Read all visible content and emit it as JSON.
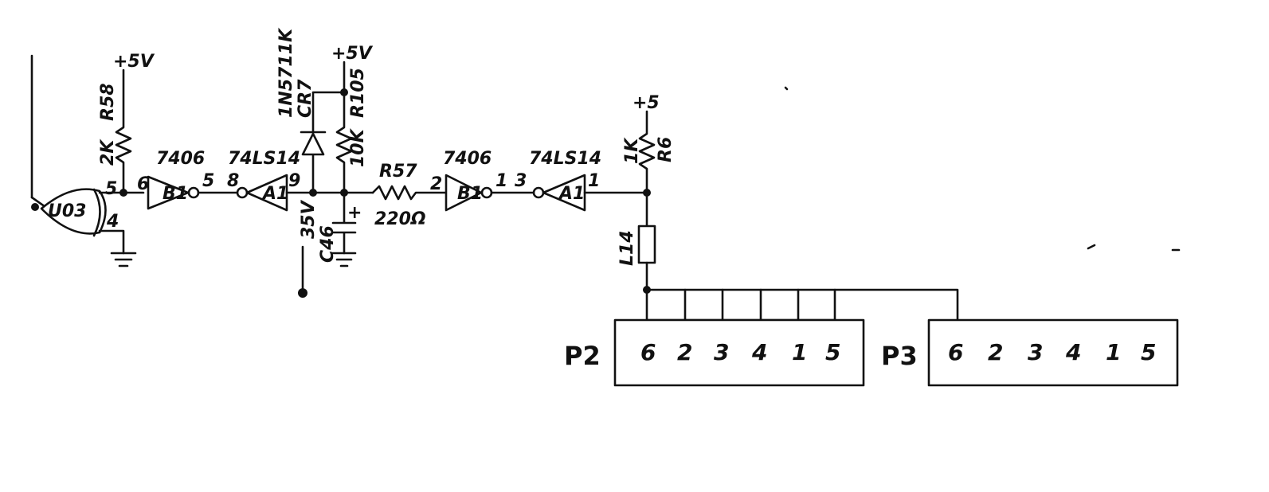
{
  "supply": {
    "plus5v_a": "+5V",
    "plus5v_b": "+5V",
    "plus5_c": "+5"
  },
  "gate_u3": {
    "label": "U03",
    "pin_in": "4"
  },
  "r58": {
    "ref": "R58",
    "value": "2K"
  },
  "buffer_b1": {
    "part": "7406",
    "ref": "B1",
    "pin_in": "6",
    "pin_out": "5"
  },
  "inverter_a1_1": {
    "part": "74LS14",
    "ref": "A1",
    "pin_in": "8",
    "pin_out": "9"
  },
  "diode_cr7": {
    "ref": "CR7",
    "part": "1N5711K"
  },
  "r105": {
    "ref": "R105",
    "value": "10K"
  },
  "c46": {
    "ref": "C46",
    "value": "35V"
  },
  "r57": {
    "ref": "R57",
    "value": "220Ω"
  },
  "buffer_b1_2": {
    "part": "7406",
    "ref": "B1",
    "pin_in": "2",
    "pin_out": "1"
  },
  "inverter_a1_2": {
    "part": "74LS14",
    "ref": "A1",
    "pin_in": "3",
    "pin_out": "1"
  },
  "r_pullup": {
    "ref": "R6",
    "value": "1K"
  },
  "inductor": {
    "ref": "L14"
  },
  "pin5_label": "5",
  "connectors": [
    {
      "label": "P2",
      "pins": [
        "6",
        "2",
        "3",
        "4",
        "1",
        "5"
      ]
    },
    {
      "label": "P3",
      "pins": [
        "6",
        "2",
        "3",
        "4",
        "1",
        "5"
      ]
    }
  ]
}
